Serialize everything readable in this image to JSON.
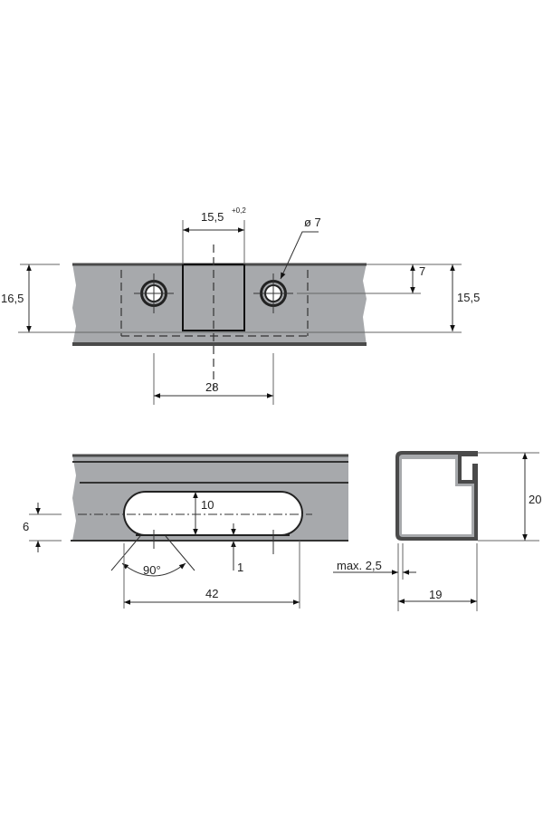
{
  "title": "Rail profile technical drawing",
  "top_view": {
    "slot_width": "15,5",
    "slot_tolerance": "+0,2",
    "hole_diameter": "ø 7",
    "height_left": "16,5",
    "hole_offset": "7",
    "height_right": "15,5",
    "hole_spacing": "28"
  },
  "bottom_view": {
    "slot_height": "10",
    "offset": "6",
    "angle": "90°",
    "lip": "1",
    "slot_length": "42"
  },
  "profile": {
    "height": "20",
    "width": "19",
    "max_wall": "max. 2,5"
  }
}
